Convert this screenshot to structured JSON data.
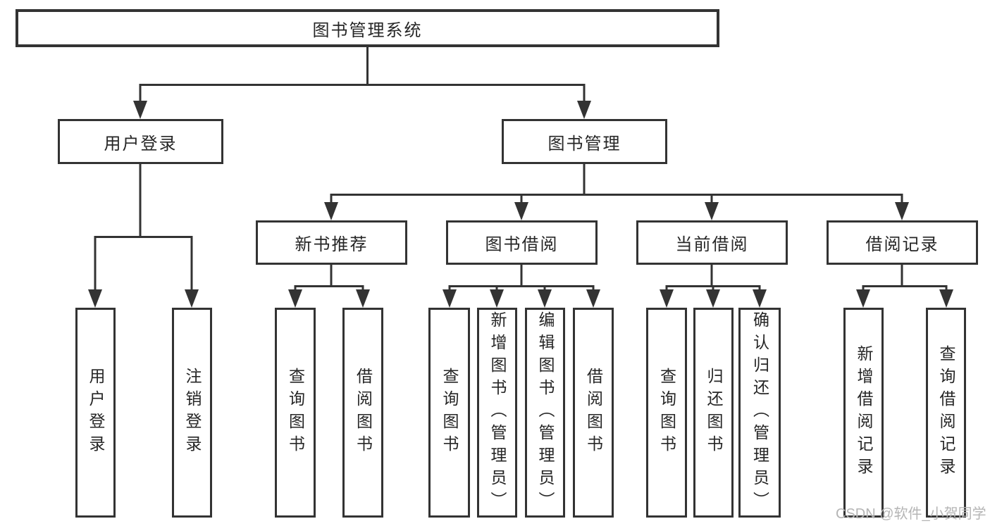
{
  "diagram": {
    "root": {
      "label": "图书管理系统"
    },
    "level2": {
      "user_login": {
        "label": "用户登录"
      },
      "book_management": {
        "label": "图书管理"
      }
    },
    "level3": {
      "new_book_recommend": {
        "label": "新书推荐"
      },
      "book_borrow": {
        "label": "图书借阅"
      },
      "current_borrow": {
        "label": "当前借阅"
      },
      "borrow_record": {
        "label": "借阅记录"
      }
    },
    "leaves": {
      "user_login_leaf": {
        "label": "用户登录"
      },
      "logout_leaf": {
        "label": "注销登录"
      },
      "nb_query_book": {
        "label": "查询图书"
      },
      "nb_borrow_book": {
        "label": "借阅图书"
      },
      "bb_query_book": {
        "label": "查询图书"
      },
      "bb_add_book_admin": {
        "label": "新增图书（管理员）"
      },
      "bb_edit_book_admin": {
        "label": "编辑图书（管理员）"
      },
      "bb_borrow_book": {
        "label": "借阅图书"
      },
      "cb_query_book": {
        "label": "查询图书"
      },
      "cb_return_book": {
        "label": "归还图书"
      },
      "cb_confirm_return_admin": {
        "label": "确认归还（管理员）"
      },
      "br_add_record": {
        "label": "新增借阅记录"
      },
      "br_query_record": {
        "label": "查询借阅记录"
      }
    }
  },
  "watermark": {
    "text": "CSDN @软件_小贺同学",
    "color": "#b5b5b5"
  },
  "colors": {
    "line": "#333333",
    "box_border": "#333333",
    "text": "#262626",
    "background": "#ffffff"
  }
}
